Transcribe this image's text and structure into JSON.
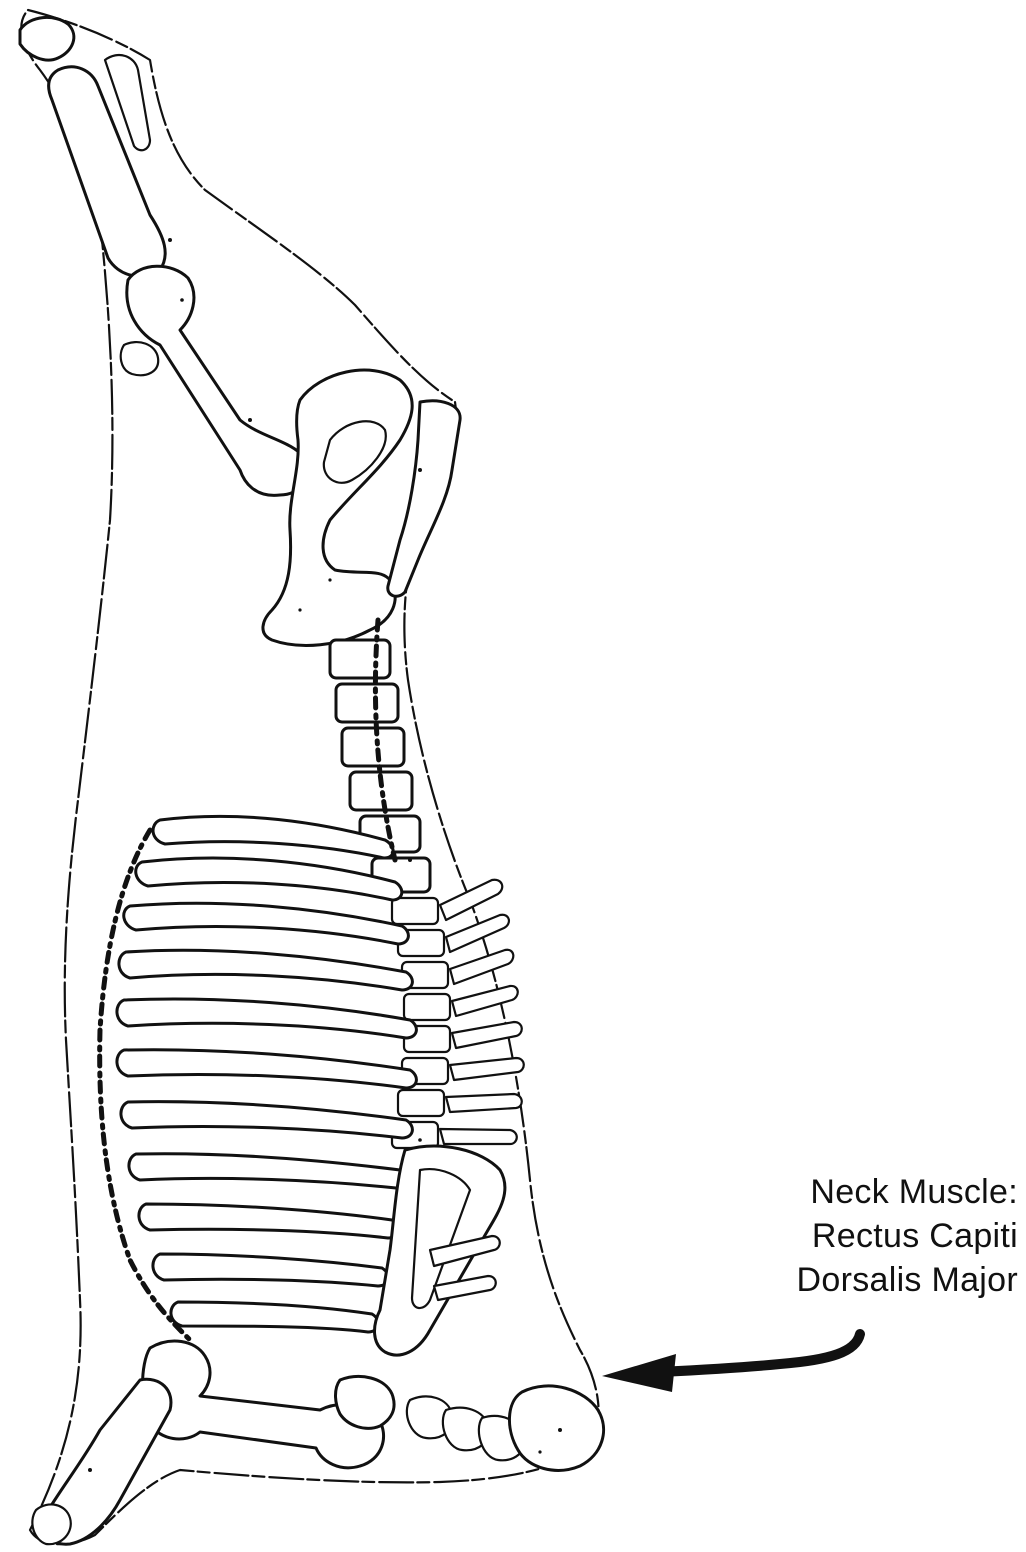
{
  "annotation": {
    "lines": [
      "Neck Muscle:",
      "Rectus Capiti",
      "Dorsalis Major"
    ]
  },
  "diagram": {
    "subject": "half carcass skeleton, lateral view",
    "ink_color": "#111111",
    "background_color": "#ffffff"
  }
}
